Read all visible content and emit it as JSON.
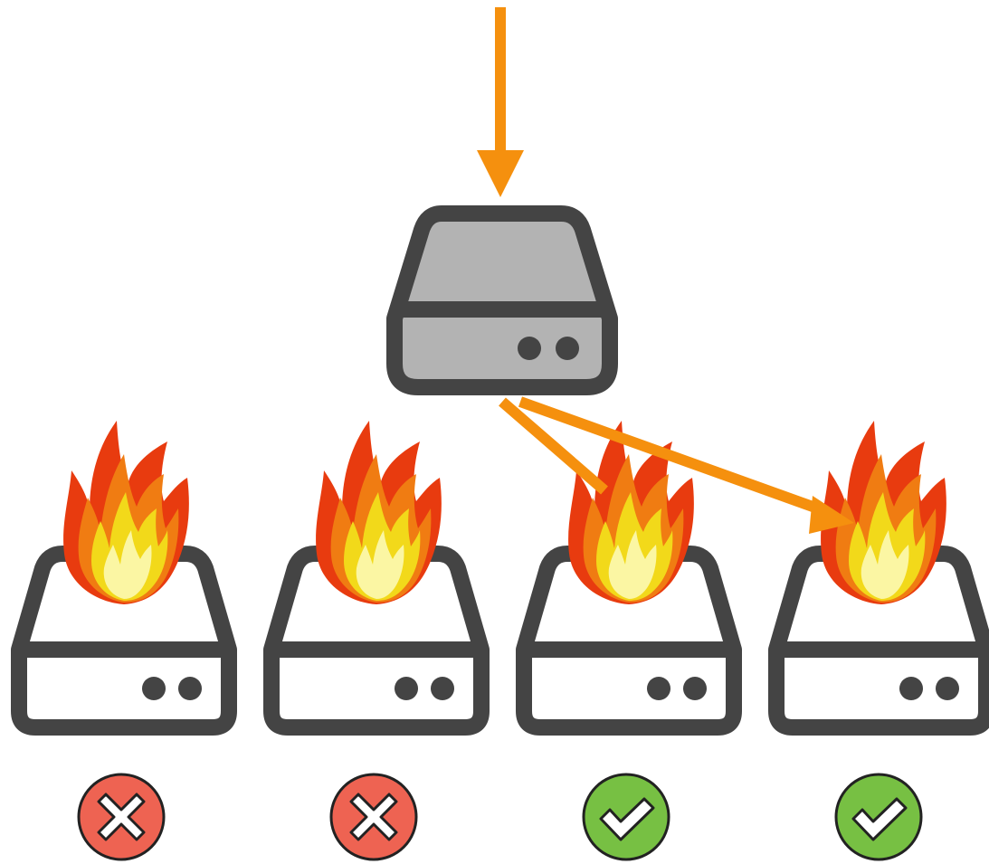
{
  "colors": {
    "background": "#ffffff",
    "arrow": "#f5900e",
    "outline": "#444444",
    "primary_fill": "#b3b3b3",
    "replica_fill": "#ffffff",
    "fail": "#ee6352",
    "success": "#77c043",
    "flame_outer": "#e83b0f",
    "flame_mid": "#f07c12",
    "flame_inner": "#f2d91a",
    "flame_core": "#fbf6a3"
  },
  "primary": {
    "icon": "disk-drive-icon"
  },
  "replicas": [
    {
      "icon": "disk-drive-icon",
      "on_fire": true,
      "status": "fail",
      "status_icon": "cross-icon"
    },
    {
      "icon": "disk-drive-icon",
      "on_fire": true,
      "status": "fail",
      "status_icon": "cross-icon"
    },
    {
      "icon": "disk-drive-icon",
      "on_fire": true,
      "status": "success",
      "status_icon": "check-icon"
    },
    {
      "icon": "disk-drive-icon",
      "on_fire": true,
      "status": "success",
      "status_icon": "check-icon"
    }
  ],
  "arrows": [
    {
      "from": "input",
      "to": "primary"
    },
    {
      "from": "primary",
      "to": "replica-3"
    },
    {
      "from": "primary",
      "to": "replica-4"
    }
  ]
}
